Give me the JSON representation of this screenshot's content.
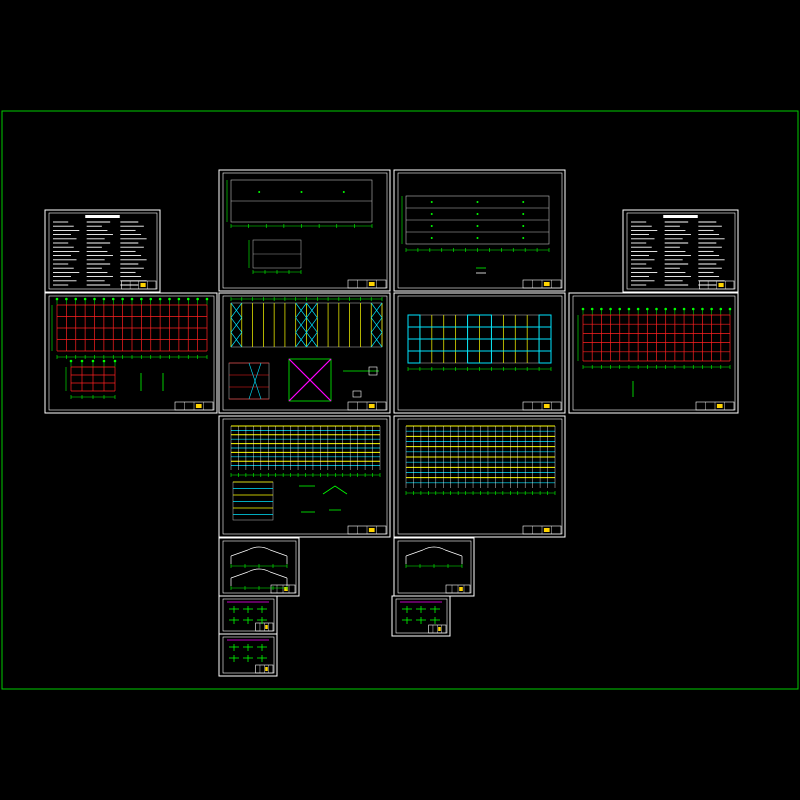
{
  "canvas": {
    "background": "#000000",
    "border_color": "#00cc00",
    "sheet_color": "#ffffff"
  },
  "colors": {
    "grid_green": "#00ff00",
    "beam_red": "#ff2020",
    "beam_yellow": "#ffff00",
    "beam_cyan": "#00e5ff",
    "brace_magenta": "#ff00ff",
    "line_white": "#ffffff",
    "line_gray": "#bdbdbd",
    "stamp_yellow": "#ffd400"
  },
  "sheets": [
    {
      "id": "notes-left",
      "kind": "notes"
    },
    {
      "id": "elevation-top-1",
      "kind": "elevation"
    },
    {
      "id": "elevation-top-2",
      "kind": "elevation"
    },
    {
      "id": "notes-right",
      "kind": "notes"
    },
    {
      "id": "foundation-plan-1",
      "kind": "grid-red"
    },
    {
      "id": "column-brace-plan",
      "kind": "brace"
    },
    {
      "id": "roof-purlin-plan",
      "kind": "cyan-frame"
    },
    {
      "id": "foundation-plan-2",
      "kind": "grid-red"
    },
    {
      "id": "truss-detail-1",
      "kind": "truss"
    },
    {
      "id": "truss-detail-2",
      "kind": "truss"
    },
    {
      "id": "gable-frame-1",
      "kind": "frame"
    },
    {
      "id": "gable-frame-2",
      "kind": "frame"
    },
    {
      "id": "details-small-1",
      "kind": "details"
    },
    {
      "id": "details-small-2",
      "kind": "details"
    },
    {
      "id": "details-small-3",
      "kind": "details"
    }
  ]
}
